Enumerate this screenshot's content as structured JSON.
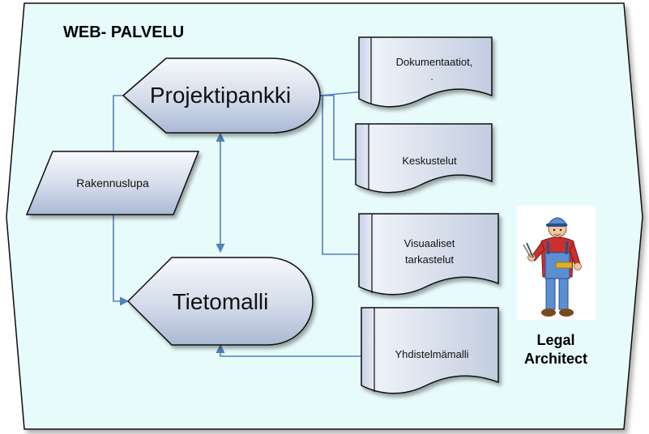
{
  "title": "WEB- PALVELU",
  "nodes": {
    "projektipankki": "Projektipankki",
    "tietomalli": "Tietomalli",
    "rakennuslupa": "Rakennuslupa"
  },
  "documents": {
    "dokumentaatiot": {
      "line1": "Dokumentaatiot,",
      "line2": "."
    },
    "keskustelut": {
      "line1": "Keskustelut"
    },
    "visuaaliset": {
      "line1": "Visuaaliset",
      "line2": "tarkastelut"
    },
    "yhdistelmamalli": {
      "line1": "Yhdistelmämalli"
    }
  },
  "character": {
    "line1": "Legal",
    "line2": "Architect"
  },
  "colors": {
    "background": "#e8fbfb",
    "connector": "#4f81bd",
    "shape_fill_top": "#ffffff",
    "shape_fill_bottom": "#b6c3da"
  }
}
